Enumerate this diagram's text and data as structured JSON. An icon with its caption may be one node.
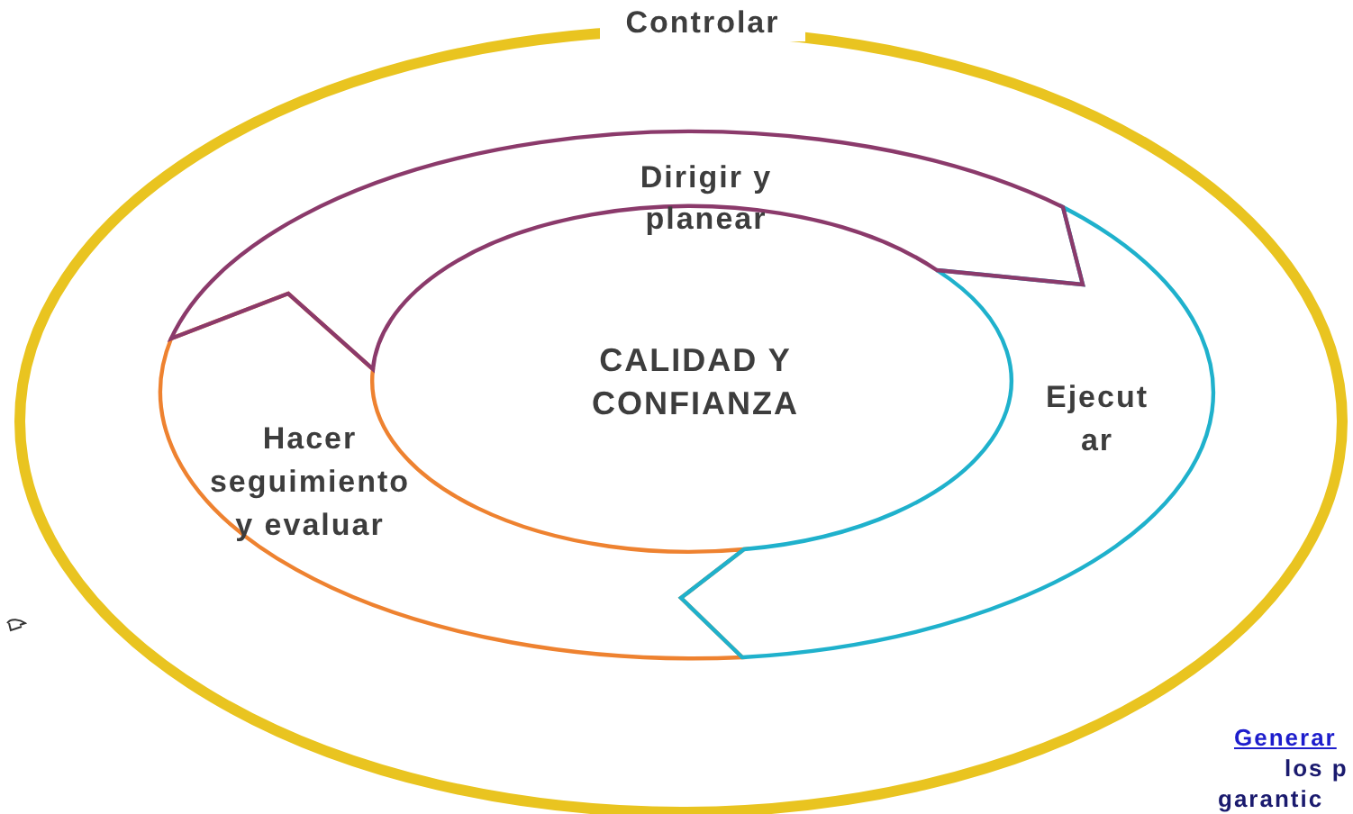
{
  "diagram": {
    "nodes": [
      {
        "text": [
          "Controlar"
        ]
      },
      {
        "text": [
          "Dirigir y planear"
        ],
        "in": 0
      },
      {
        "text": [
          "Ejecut ar"
        ],
        "in": 0
      },
      {
        "text": [
          "Hacer seguimiento y evaluar"
        ],
        "in": 0
      },
      {
        "text": [
          "CALIDAD Y CONFIANZA"
        ],
        "in": 0
      }
    ],
    "labels": [
      "Generar",
      "los p",
      "garantic"
    ]
  }
}
